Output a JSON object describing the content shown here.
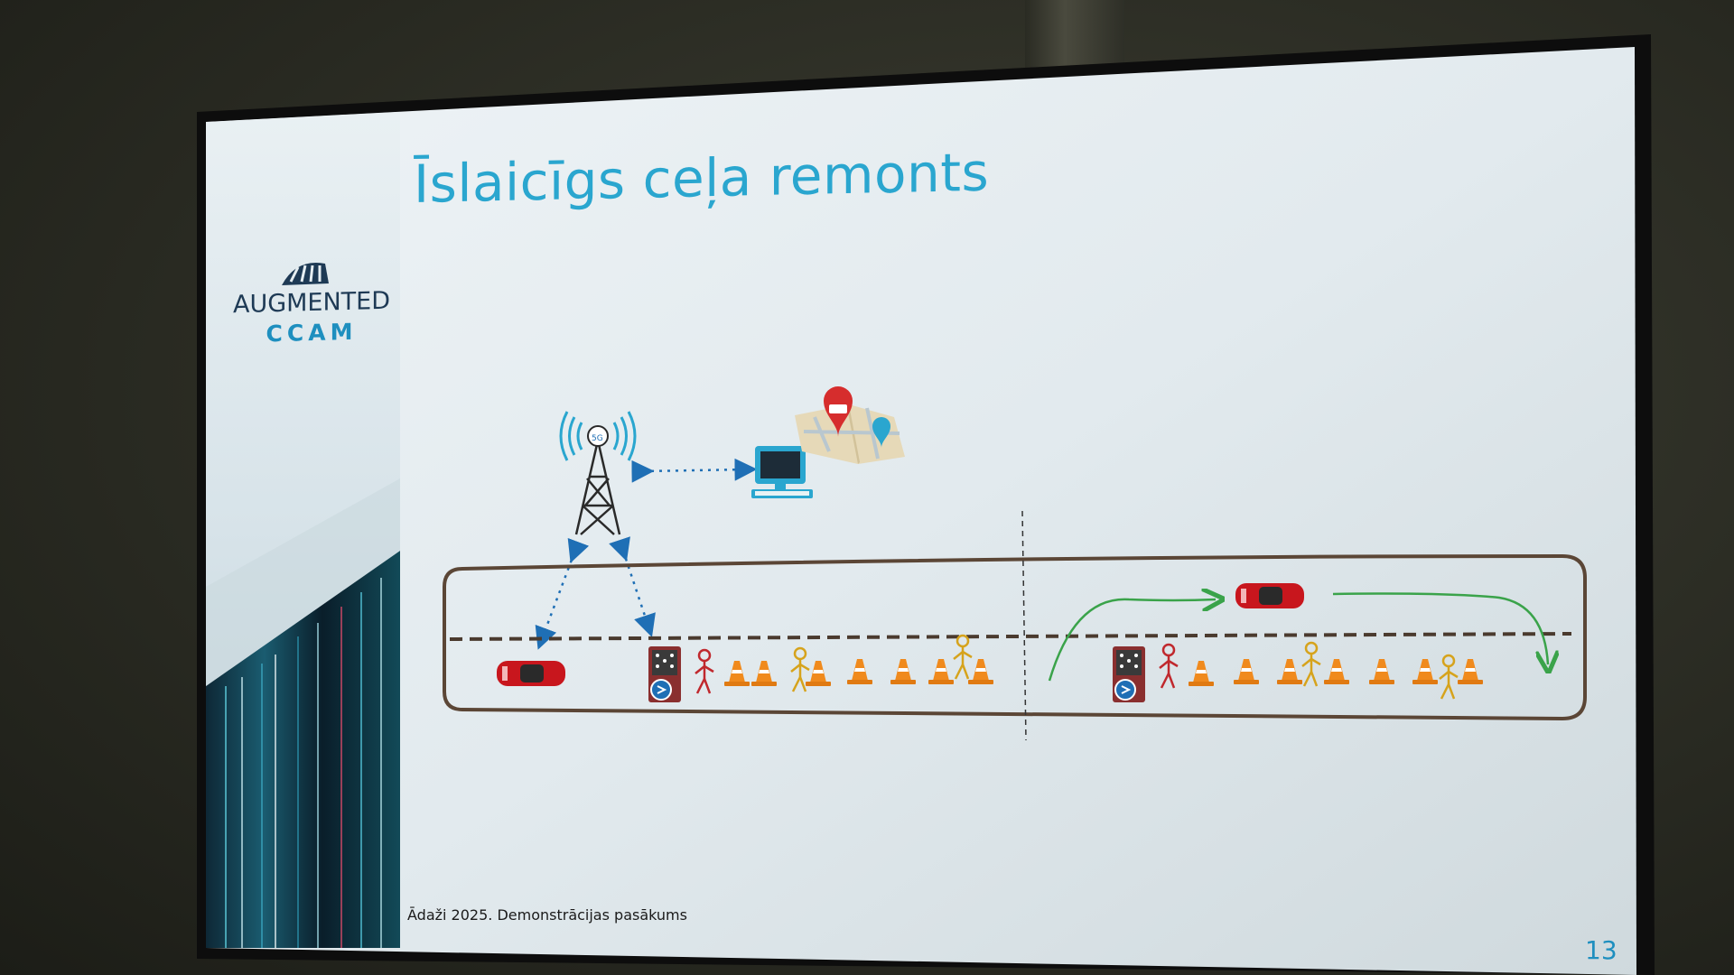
{
  "slide": {
    "title": "Īslaicīgs ceļa remonts",
    "brand": {
      "line1": "AUGMENTED",
      "line2": "CCAM"
    },
    "footer": "Ādaži 2025. Demonstrācijas pasākums",
    "page_number": "13",
    "tower_badge": "5G"
  },
  "colors": {
    "accent": "#2aa6cf",
    "car": "#c8161d",
    "cone": "#f08a1d",
    "worker_red": "#c0282d",
    "worker_yellow": "#d6a31c",
    "arrow_blue": "#1f6fb5",
    "route_green": "#3aa34a",
    "road_outline": "#5b4636"
  },
  "icons": [
    "cell-tower-5g-icon",
    "computer-icon",
    "map-pin-icon",
    "car-icon",
    "traffic-cone-icon",
    "worker-icon",
    "road-work-trailer-icon"
  ]
}
